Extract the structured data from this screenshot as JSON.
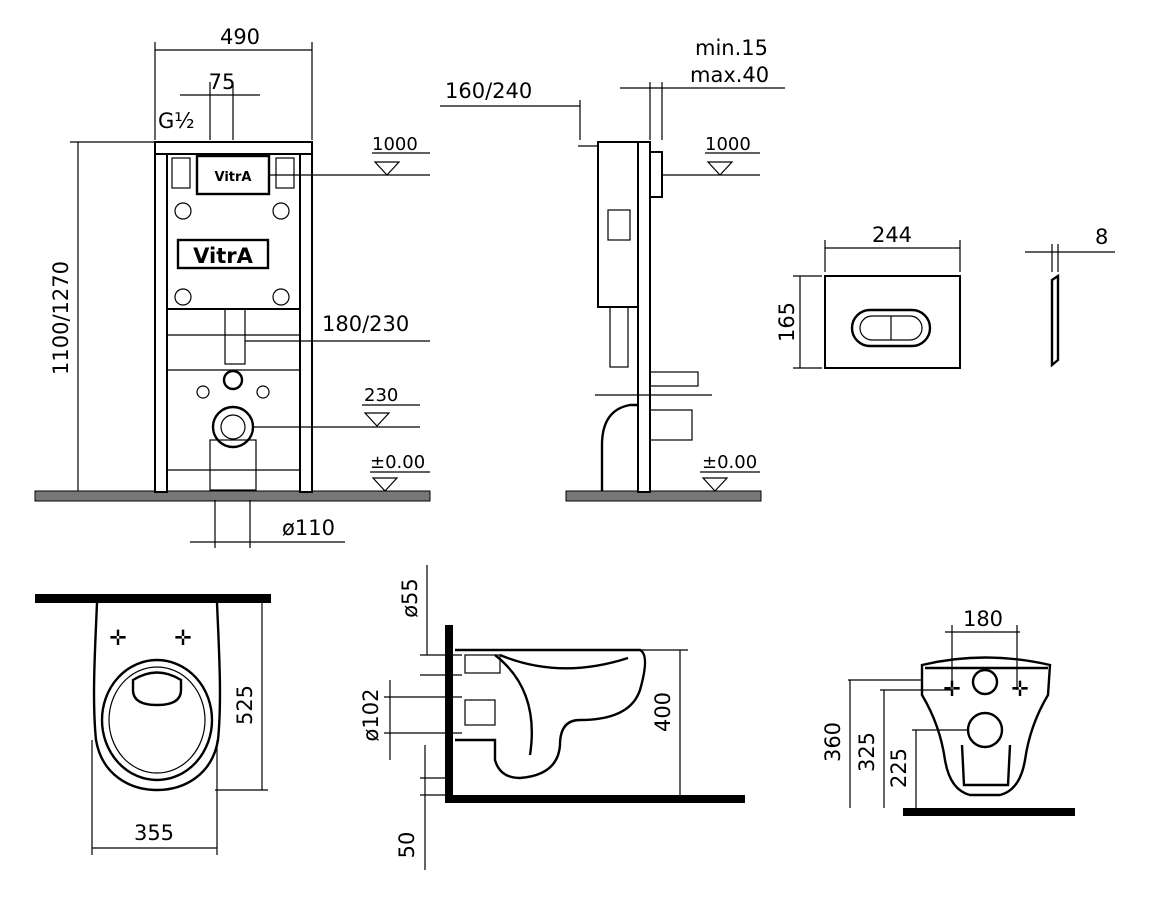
{
  "front_view": {
    "width": "490",
    "offset_75": "75",
    "thread": "G½",
    "height": "1100/1270",
    "flush_level": "1000",
    "pipe_level": "180/230",
    "outlet_level": "230",
    "floor_level": "±0.00",
    "pipe_diameter": "ø110",
    "logo_plate": "VitrA",
    "logo_panel": "VitrA"
  },
  "side_view": {
    "depth": "160/240",
    "wall_min": "min.15",
    "wall_max": "max.40",
    "flush_level": "1000",
    "floor_level": "±0.00"
  },
  "flush_plate": {
    "width": "244",
    "height": "165",
    "thickness": "8"
  },
  "bowl_top_view": {
    "length": "525",
    "width": "355"
  },
  "bowl_side_view": {
    "inlet_diameter": "ø55",
    "outlet_diameter": "ø102",
    "height": "400",
    "offset": "50"
  },
  "bowl_rear_view": {
    "bolt_spacing": "180",
    "height_360": "360",
    "height_325": "325",
    "height_225": "225"
  }
}
